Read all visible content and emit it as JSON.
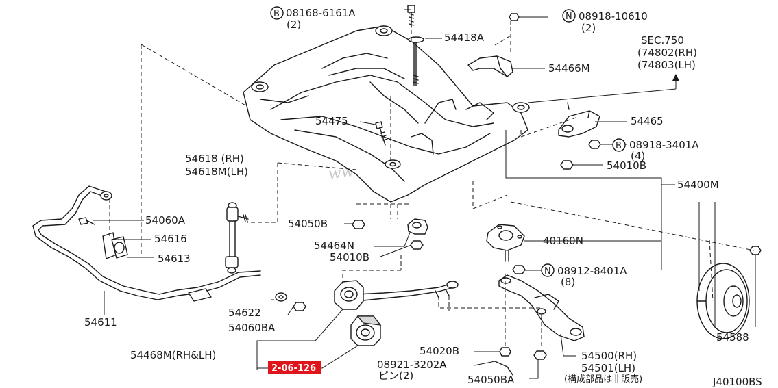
{
  "watermark": "www.polyaveca.ru",
  "corner_code": "J40100BS",
  "highlight_badge": "2-06-126",
  "labels": {
    "p08168_6161A": "08168-6161A",
    "p08168_qty": "(2)",
    "p54418A": "54418A",
    "p08918_10610": "08918-10610",
    "p08918_10610_qty": "(2)",
    "p54466M": "54466M",
    "sec": "SEC.750",
    "sec_rh": "(74802(RH)",
    "sec_lh": "(74803(LH)",
    "p54475": "54475",
    "p54465": "54465",
    "p08918_3401A": "08918-3401A",
    "p08918_3401A_qty": "(4)",
    "p54010B_top": "54010B",
    "p54618_rh": "54618 (RH)",
    "p54618M_lh": "54618M(LH)",
    "p54400M": "54400M",
    "p54060A": "54060A",
    "p54616": "54616",
    "p54613": "54613",
    "p54050B": "54050B",
    "p54464N": "54464N",
    "p54010B_mid": "54010B",
    "p40160N": "40160N",
    "p08912_8401A": "08912-8401A",
    "p08912_qty": "(8)",
    "p54611": "54611",
    "p54622": "54622",
    "p54060BA": "54060BA",
    "p54468M": "54468M(RH&LH)",
    "p54020B": "54020B",
    "p08921_3202A": "08921-3202A",
    "p08921_pin": "ピン(2)",
    "p54050BA": "54050BA",
    "p54500_rh": "54500(RH)",
    "p54501_lh": "54501(LH)",
    "p_not_sold": "(構成部品は非販売)",
    "p54588": "54588",
    "circle_B": "B",
    "circle_N": "N"
  },
  "colors": {
    "line": "#1a1a1a",
    "badge": "#e0151b",
    "watermark": "#c8c8c8"
  }
}
